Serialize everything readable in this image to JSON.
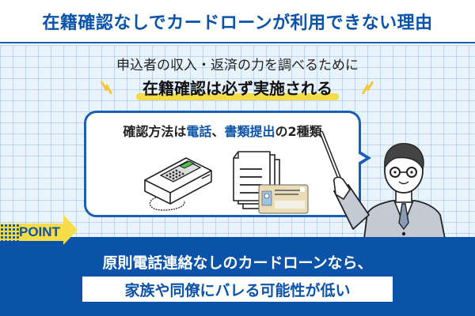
{
  "header": {
    "title": "在籍確認なしでカードローンが利用できない理由"
  },
  "lead": {
    "line1": "申込者の収入・返済の力を調べるために",
    "line2": "在籍確認は必ず実施される"
  },
  "bubble": {
    "prefix": "確認方法は",
    "method1": "電話",
    "separator": "、",
    "method2": "書類提出",
    "suffix": "の2種類"
  },
  "illustrations": {
    "phone": "desk-telephone-icon",
    "documents": "documents-and-id-card-icon",
    "presenter": "presenter-with-pointer"
  },
  "point": {
    "label": "POINT",
    "line1": "原則電話連絡なしのカードローンなら、",
    "line2": "家族や同僚にバレる可能性が低い"
  },
  "colors": {
    "primary_blue": "#0a53a8",
    "accent_yellow": "#f7dc4a",
    "grid_bg": "#e8f3fc",
    "lcd_green": "#4cc44a"
  }
}
